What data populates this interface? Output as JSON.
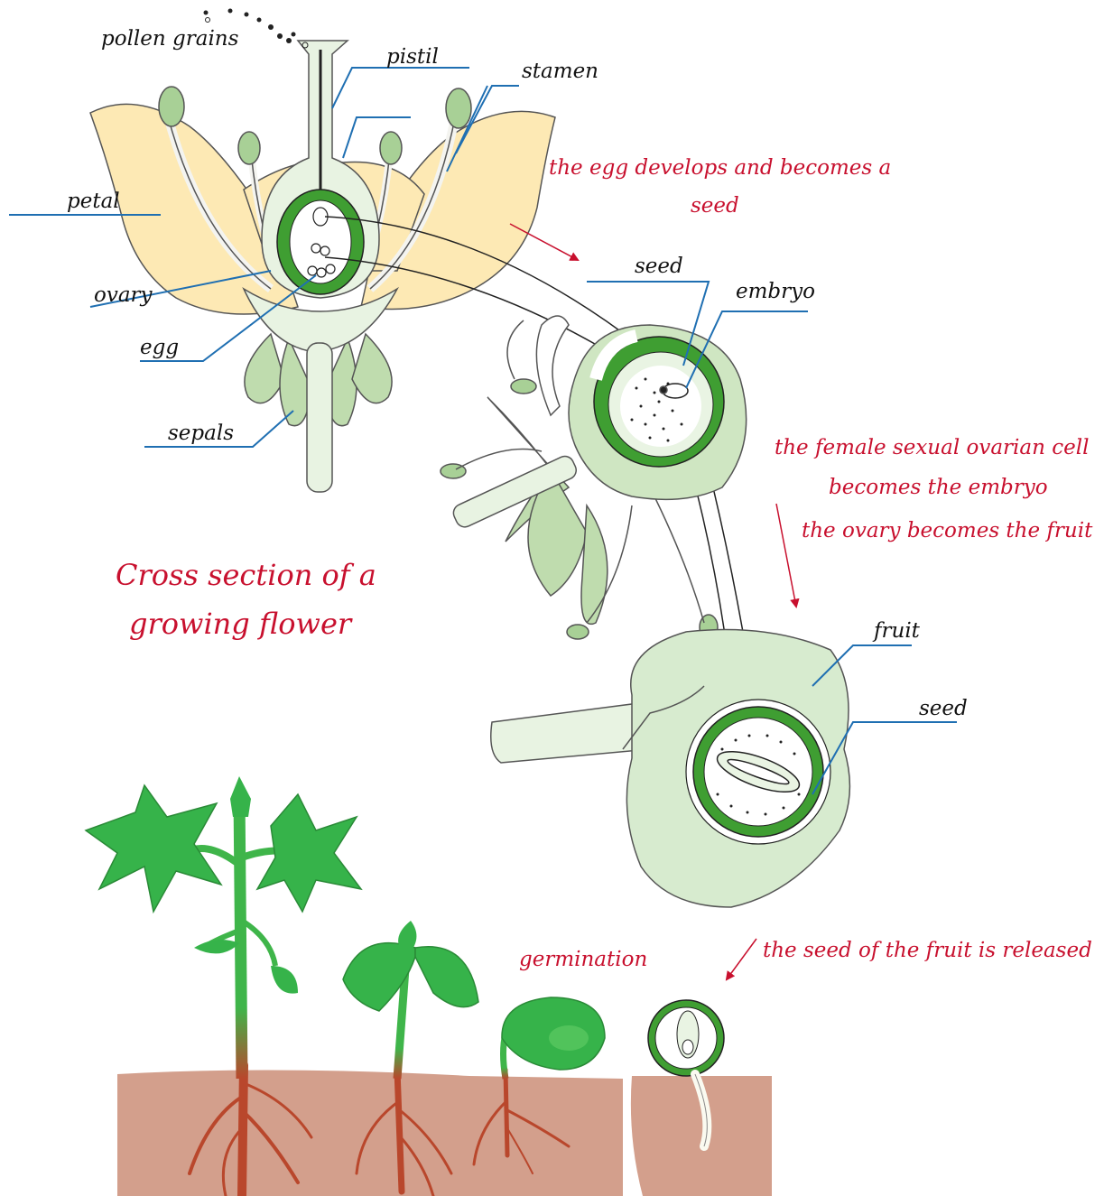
{
  "labels": {
    "pollen_grains": "pollen grains",
    "pistil": "pistil",
    "stamen": "stamen",
    "petal": "petal",
    "ovary": "ovary",
    "egg": "egg",
    "sepals": "sepals",
    "seed_top": "seed",
    "embryo": "embryo",
    "fruit": "fruit",
    "seed_fruit": "seed"
  },
  "captions": {
    "egg_develops_1": "the egg develops and becomes a",
    "egg_develops_2": "seed",
    "female_cell_1": "the female sexual ovarian cell",
    "female_cell_2": "becomes the embryo",
    "ovary_fruit": "the ovary becomes the fruit",
    "seed_released": "the seed of the fruit is released",
    "germination": "germination"
  },
  "title": {
    "line1": "Cross section of a",
    "line2": "growing flower"
  },
  "colors": {
    "petal": "#fde9b4",
    "pale_green": "#d7ebcf",
    "mid_green": "#a8d096",
    "dark_green": "#3f9e32",
    "leaf_green": "#36b34a",
    "soil": "#d39f8c",
    "root": "#b9472c",
    "caption_red": "#c8102e",
    "leader_blue": "#1f6fb2"
  }
}
